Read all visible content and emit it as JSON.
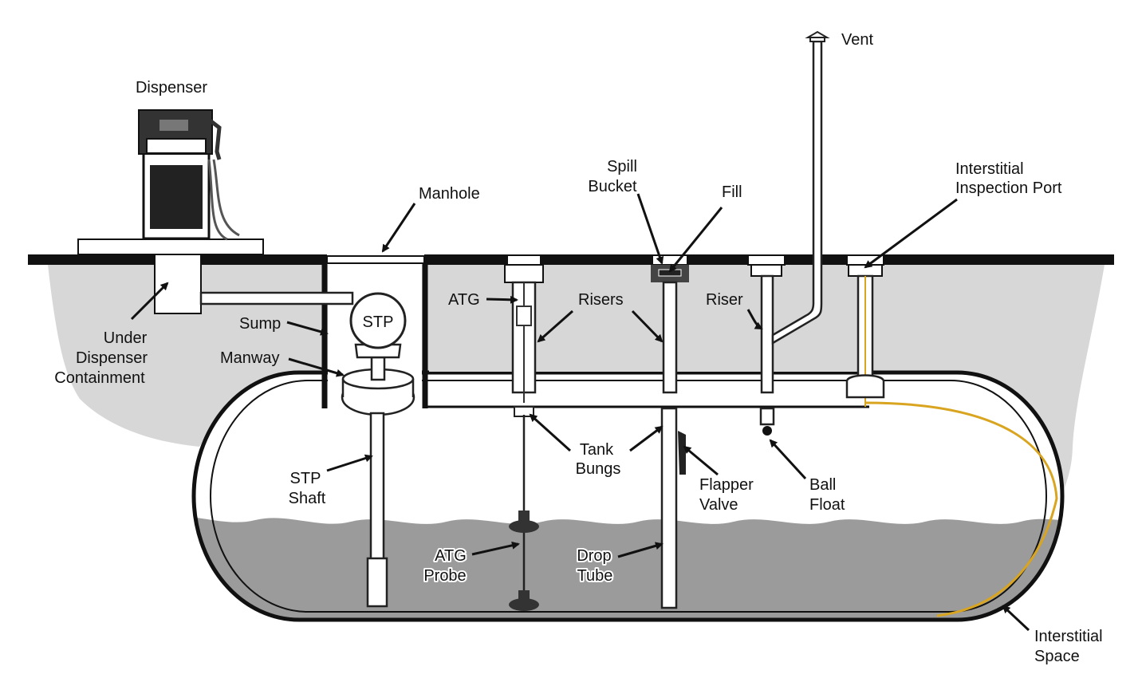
{
  "labels": {
    "dispenser": "Dispenser",
    "manhole": "Manhole",
    "spill_bucket_1": "Spill",
    "spill_bucket_2": "Bucket",
    "fill": "Fill",
    "vent": "Vent",
    "inspection_port_1": "Interstitial",
    "inspection_port_2": "Inspection Port",
    "atg": "ATG",
    "risers": "Risers",
    "riser": "Riser",
    "stp": "STP",
    "sump": "Sump",
    "manway": "Manway",
    "udc_1": "Under",
    "udc_2": "Dispenser",
    "udc_3": "Containment",
    "tank_bungs_1": "Tank",
    "tank_bungs_2": "Bungs",
    "flapper_valve_1": "Flapper",
    "flapper_valve_2": "Valve",
    "ball_float_1": "Ball",
    "ball_float_2": "Float",
    "stp_shaft_1": "STP",
    "stp_shaft_2": "Shaft",
    "atg_probe_1": "ATG",
    "atg_probe_2": "Probe",
    "drop_tube_1": "Drop",
    "drop_tube_2": "Tube",
    "interstitial_space_1": "Interstitial",
    "interstitial_space_2": "Space"
  },
  "colors": {
    "ground": "#d7d7d7",
    "liquid": "#9b9b9b",
    "outline": "#111111",
    "interstitial": "#d9a520",
    "background": "#ffffff"
  }
}
